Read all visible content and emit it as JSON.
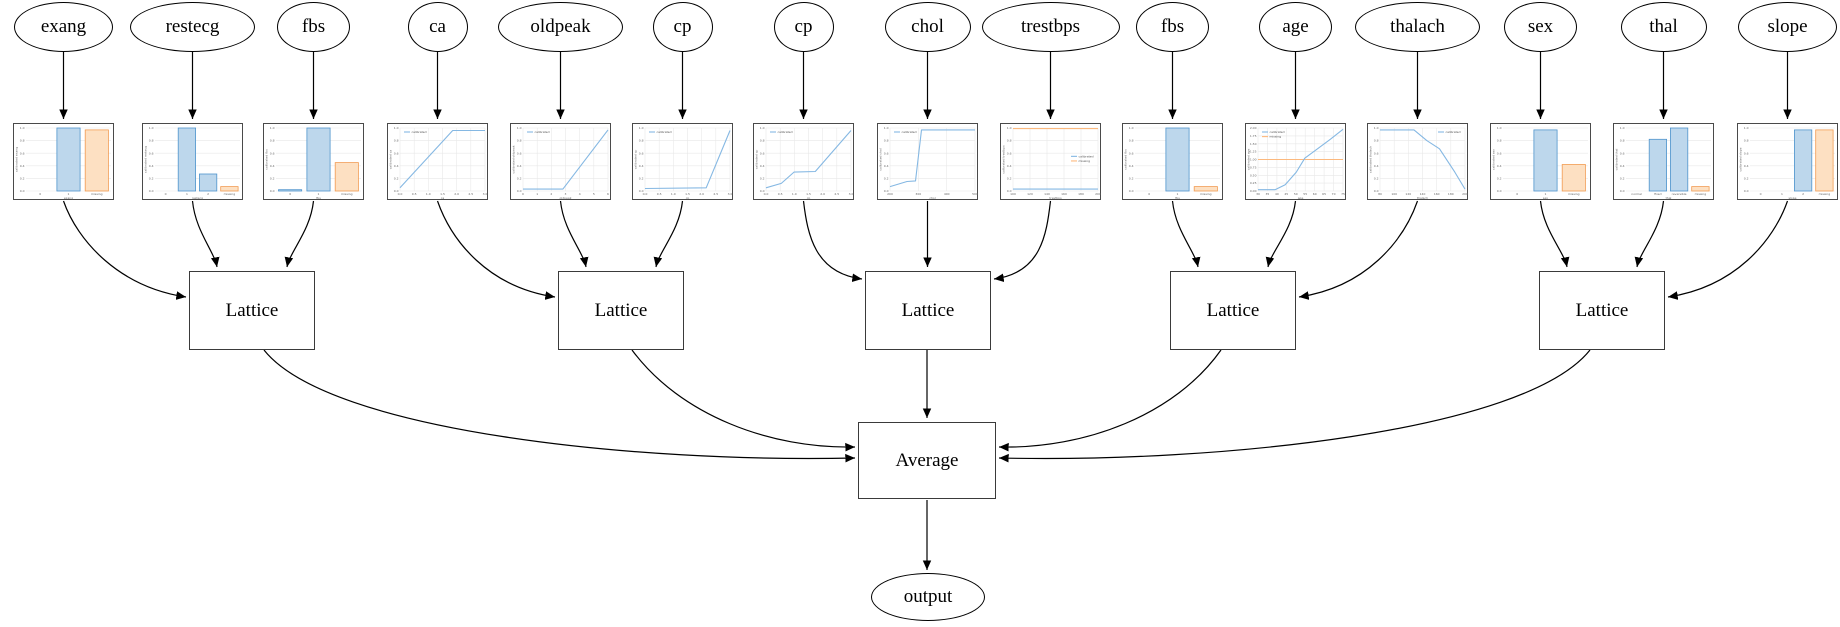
{
  "graph": {
    "lattice_label": "Lattice",
    "average_label": "Average",
    "output_label": "output",
    "groups": [
      [
        0,
        1,
        2
      ],
      [
        3,
        4,
        5
      ],
      [
        6,
        7,
        8
      ],
      [
        9,
        10,
        11
      ],
      [
        12,
        13,
        14
      ]
    ]
  },
  "colors": {
    "blue_fill": "#bdd7ec",
    "blue_stroke": "#4f94cd",
    "orange_fill": "#fde0c2",
    "orange_stroke": "#f29b51",
    "blue_line": "#85b8e3",
    "orange_line": "#fcb97e",
    "grid": "#e8e8e8",
    "tick": "#666666",
    "edge": "#000000"
  },
  "features": [
    {
      "name": "exang",
      "chart": {
        "type": "bar",
        "ylabel": "calibrated exang",
        "xlabel": "exang",
        "yticks": [
          "0.0",
          "0.2",
          "0.4",
          "0.6",
          "0.8",
          "1.0"
        ],
        "categories": [
          "0",
          "1",
          "missing"
        ],
        "values": [
          0,
          1.0,
          0.97
        ],
        "bar_colors": [
          "blue",
          "blue",
          "orange"
        ]
      }
    },
    {
      "name": "restecg",
      "chart": {
        "type": "bar",
        "ylabel": "calibrated restecg",
        "xlabel": "restecg",
        "yticks": [
          "0.0",
          "0.2",
          "0.4",
          "0.6",
          "0.8",
          "1.0"
        ],
        "categories": [
          "0",
          "1",
          "2",
          "missing"
        ],
        "values": [
          0,
          1.0,
          0.27,
          0.07
        ],
        "bar_colors": [
          "blue",
          "blue",
          "blue",
          "orange"
        ]
      }
    },
    {
      "name": "fbs",
      "chart": {
        "type": "bar",
        "ylabel": "calibrated fbs",
        "xlabel": "fbs",
        "yticks": [
          "0.0",
          "0.2",
          "0.4",
          "0.6",
          "0.8",
          "1.0"
        ],
        "categories": [
          "0",
          "1",
          "missing"
        ],
        "values": [
          0.02,
          1.0,
          0.45
        ],
        "bar_colors": [
          "blue",
          "blue",
          "orange"
        ]
      }
    },
    {
      "name": "ca",
      "chart": {
        "type": "line",
        "ylabel": "calibrated ca",
        "xlabel": "ca",
        "yticks": [
          "0.0",
          "0.2",
          "0.4",
          "0.6",
          "0.8",
          "1.0"
        ],
        "xticks": [
          "0.0",
          "0.5",
          "1.0",
          "1.5",
          "2.0",
          "2.5",
          "3.0"
        ],
        "legend_pos": "tl",
        "legend": [
          {
            "label": "calibrated",
            "color": "blue"
          }
        ],
        "series": [
          {
            "name": "calibrated",
            "color": "blue",
            "points": [
              [
                0,
                0.05
              ],
              [
                0.62,
                0.96
              ],
              [
                1,
                0.96
              ]
            ]
          }
        ]
      }
    },
    {
      "name": "oldpeak",
      "chart": {
        "type": "line",
        "ylabel": "calibrated oldpeak",
        "xlabel": "oldpeak",
        "yticks": [
          "0.0",
          "0.2",
          "0.4",
          "0.6",
          "0.8",
          "1.0"
        ],
        "xticks": [
          "0",
          "1",
          "2",
          "3",
          "4",
          "5",
          "6"
        ],
        "legend_pos": "tl",
        "legend": [
          {
            "label": "calibrated",
            "color": "blue"
          }
        ],
        "series": [
          {
            "name": "calibrated",
            "color": "blue",
            "points": [
              [
                0,
                0.03
              ],
              [
                0.47,
                0.03
              ],
              [
                1,
                0.97
              ]
            ]
          }
        ]
      }
    },
    {
      "name": "cp",
      "chart": {
        "type": "line",
        "ylabel": "calibrated cp",
        "xlabel": "cp",
        "yticks": [
          "0.0",
          "0.2",
          "0.4",
          "0.6",
          "0.8",
          "1.0"
        ],
        "xticks": [
          "0.0",
          "0.5",
          "1.0",
          "1.5",
          "2.0",
          "2.5",
          "3.0"
        ],
        "legend_pos": "tl",
        "legend": [
          {
            "label": "calibrated",
            "color": "blue"
          }
        ],
        "series": [
          {
            "name": "calibrated",
            "color": "blue",
            "points": [
              [
                0,
                0.04
              ],
              [
                0.72,
                0.05
              ],
              [
                1,
                0.96
              ]
            ]
          }
        ]
      }
    },
    {
      "name": "cp",
      "chart": {
        "type": "line",
        "ylabel": "calibrated cp",
        "xlabel": "cp",
        "yticks": [
          "0.0",
          "0.2",
          "0.4",
          "0.6",
          "0.8",
          "1.0"
        ],
        "xticks": [
          "0.0",
          "0.5",
          "1.0",
          "1.5",
          "2.0",
          "2.5",
          "3.0"
        ],
        "legend_pos": "tl",
        "legend": [
          {
            "label": "calibrated",
            "color": "blue"
          }
        ],
        "series": [
          {
            "name": "calibrated",
            "color": "blue",
            "points": [
              [
                0,
                0.05
              ],
              [
                0.18,
                0.12
              ],
              [
                0.33,
                0.3
              ],
              [
                0.58,
                0.31
              ],
              [
                1,
                0.96
              ]
            ]
          }
        ]
      }
    },
    {
      "name": "chol",
      "chart": {
        "type": "line",
        "ylabel": "calibrated chol",
        "xlabel": "chol",
        "yticks": [
          "0.0",
          "0.2",
          "0.4",
          "0.6",
          "0.8",
          "1.0"
        ],
        "xticks": [
          "200",
          "300",
          "400",
          "500"
        ],
        "legend_pos": "tl",
        "legend": [
          {
            "label": "calibrated",
            "color": "blue"
          }
        ],
        "series": [
          {
            "name": "calibrated",
            "color": "blue",
            "points": [
              [
                0,
                0.07
              ],
              [
                0.2,
                0.15
              ],
              [
                0.3,
                0.16
              ],
              [
                0.37,
                0.97
              ],
              [
                1,
                0.97
              ]
            ]
          }
        ]
      }
    },
    {
      "name": "trestbps",
      "chart": {
        "type": "line",
        "ylabel": "calibrated trestbps",
        "xlabel": "trestbps",
        "yticks": [
          "0.0",
          "0.2",
          "0.4",
          "0.6",
          "0.8",
          "1.0"
        ],
        "xticks": [
          "100",
          "120",
          "140",
          "160",
          "180",
          "200"
        ],
        "legend_pos": "mr",
        "legend": [
          {
            "label": "calibrated",
            "color": "blue"
          },
          {
            "label": "missing",
            "color": "orange"
          }
        ],
        "series": [
          {
            "name": "missing",
            "color": "orange",
            "points": [
              [
                0,
                0.99
              ],
              [
                1,
                0.99
              ]
            ]
          },
          {
            "name": "calibrated",
            "color": "blue",
            "points": [
              [
                0,
                0.03
              ],
              [
                1,
                0.03
              ]
            ]
          }
        ]
      }
    },
    {
      "name": "fbs",
      "chart": {
        "type": "bar",
        "ylabel": "calibrated fbs",
        "xlabel": "fbs",
        "yticks": [
          "0.0",
          "0.2",
          "0.4",
          "0.6",
          "0.8",
          "1.0"
        ],
        "categories": [
          "0",
          "1",
          "missing"
        ],
        "values": [
          0,
          1.0,
          0.07
        ],
        "bar_colors": [
          "blue",
          "blue",
          "orange"
        ]
      }
    },
    {
      "name": "age",
      "chart": {
        "type": "line",
        "ylabel": "calibrated age",
        "xlabel": "age",
        "yticks": [
          "0.00",
          "0.25",
          "0.50",
          "0.75",
          "1.00",
          "1.25",
          "1.50",
          "1.75",
          "2.00"
        ],
        "xticks": [
          "30",
          "35",
          "40",
          "45",
          "50",
          "55",
          "60",
          "65",
          "70",
          "75"
        ],
        "legend_pos": "tl",
        "legend": [
          {
            "label": "calibrated",
            "color": "blue"
          },
          {
            "label": "missing",
            "color": "orange"
          }
        ],
        "series": [
          {
            "name": "missing",
            "color": "orange",
            "points": [
              [
                0,
                0.5
              ],
              [
                1,
                0.5
              ]
            ]
          },
          {
            "name": "calibrated",
            "color": "blue",
            "points": [
              [
                0,
                0.02
              ],
              [
                0.2,
                0.02
              ],
              [
                0.32,
                0.1
              ],
              [
                0.45,
                0.3
              ],
              [
                0.55,
                0.52
              ],
              [
                0.7,
                0.67
              ],
              [
                0.85,
                0.82
              ],
              [
                1,
                0.98
              ]
            ]
          }
        ]
      }
    },
    {
      "name": "thalach",
      "chart": {
        "type": "line",
        "ylabel": "calibrated thalach",
        "xlabel": "thalach",
        "yticks": [
          "0.0",
          "0.2",
          "0.4",
          "0.6",
          "0.8",
          "1.0"
        ],
        "xticks": [
          "80",
          "100",
          "120",
          "140",
          "160",
          "180",
          "200"
        ],
        "legend_pos": "tr",
        "legend": [
          {
            "label": "calibrated",
            "color": "blue"
          }
        ],
        "series": [
          {
            "name": "calibrated",
            "color": "blue",
            "points": [
              [
                0,
                0.97
              ],
              [
                0.4,
                0.97
              ],
              [
                0.55,
                0.8
              ],
              [
                0.7,
                0.67
              ],
              [
                0.88,
                0.3
              ],
              [
                1,
                0.03
              ]
            ]
          }
        ]
      }
    },
    {
      "name": "sex",
      "chart": {
        "type": "bar",
        "ylabel": "calibrated sex",
        "xlabel": "sex",
        "yticks": [
          "0.0",
          "0.2",
          "0.4",
          "0.6",
          "0.8",
          "1.0"
        ],
        "categories": [
          "0",
          "1",
          "missing"
        ],
        "values": [
          0,
          0.97,
          0.42
        ],
        "bar_colors": [
          "blue",
          "blue",
          "orange"
        ]
      }
    },
    {
      "name": "thal",
      "chart": {
        "type": "bar",
        "ylabel": "calibrated thal",
        "xlabel": "thal",
        "yticks": [
          "0.0",
          "0.2",
          "0.4",
          "0.6",
          "0.8",
          "1.0"
        ],
        "categories": [
          "normal",
          "fixed",
          "reversible",
          "missing"
        ],
        "values": [
          0,
          0.82,
          1.0,
          0.07
        ],
        "bar_colors": [
          "blue",
          "blue",
          "blue",
          "orange"
        ]
      }
    },
    {
      "name": "slope",
      "chart": {
        "type": "bar",
        "ylabel": "calibrated slope",
        "xlabel": "slope",
        "yticks": [
          "0.0",
          "0.2",
          "0.4",
          "0.6",
          "0.8",
          "1.0"
        ],
        "categories": [
          "0",
          "1",
          "2",
          "missing"
        ],
        "values": [
          0,
          0,
          0.97,
          0.97
        ],
        "bar_colors": [
          "blue",
          "blue",
          "blue",
          "orange"
        ]
      }
    }
  ]
}
